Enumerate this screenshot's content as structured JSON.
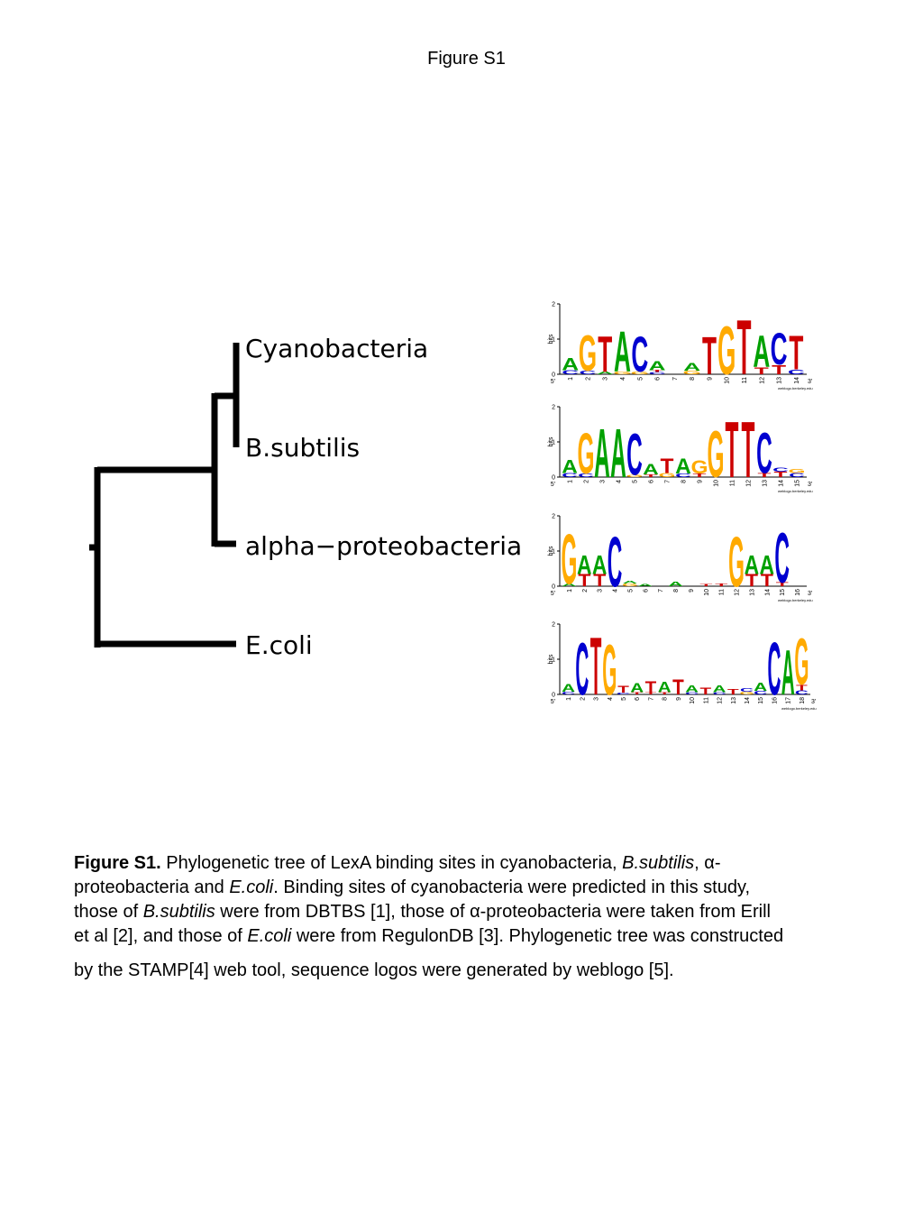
{
  "page_title": "Figure S1",
  "tree": {
    "leaves": [
      "Cyanobacteria",
      "B.subtilis",
      "alpha−proteobacteria",
      "E.coli"
    ]
  },
  "logo_axis": {
    "ylabel": "bits",
    "yticks": [
      "2",
      "1",
      "0"
    ],
    "five_prime": "5'",
    "three_prime": "3'",
    "credit": "weblogo.berkeley.edu"
  },
  "colors": {
    "A": "#00a000",
    "C": "#0000d0",
    "G": "#ffaa00",
    "T": "#cc0000"
  },
  "logos": [
    {
      "name": "cyanobacteria",
      "length": 14,
      "positions": [
        [
          [
            "C",
            0.12
          ],
          [
            "A",
            0.35
          ]
        ],
        [
          [
            "C",
            0.1
          ],
          [
            "G",
            1.05
          ]
        ],
        [
          [
            "A",
            0.08
          ],
          [
            "T",
            1.05
          ]
        ],
        [
          [
            "G",
            0.08
          ],
          [
            "A",
            1.18
          ]
        ],
        [
          [
            "G",
            0.08
          ],
          [
            "C",
            1.02
          ]
        ],
        [
          [
            "C",
            0.06
          ],
          [
            "T",
            0.06
          ],
          [
            "A",
            0.28
          ]
        ],
        [],
        [
          [
            "G",
            0.1
          ],
          [
            "A",
            0.22
          ]
        ],
        [
          [
            "T",
            1.1
          ]
        ],
        [
          [
            "G",
            1.4
          ]
        ],
        [
          [
            "T",
            1.6
          ]
        ],
        [
          [
            "T",
            0.2
          ],
          [
            "A",
            0.92
          ]
        ],
        [
          [
            "T",
            0.28
          ],
          [
            "C",
            0.92
          ]
        ],
        [
          [
            "C",
            0.14
          ],
          [
            "T",
            1.0
          ]
        ]
      ]
    },
    {
      "name": "b-subtilis",
      "length": 15,
      "positions": [
        [
          [
            "C",
            0.12
          ],
          [
            "A",
            0.4
          ]
        ],
        [
          [
            "C",
            0.1
          ],
          [
            "G",
            1.18
          ]
        ],
        [
          [
            "A",
            1.42
          ]
        ],
        [
          [
            "A",
            1.42
          ]
        ],
        [
          [
            "G",
            0.06
          ],
          [
            "C",
            1.22
          ]
        ],
        [
          [
            "T",
            0.08
          ],
          [
            "A",
            0.3
          ]
        ],
        [
          [
            "G",
            0.12
          ],
          [
            "T",
            0.42
          ]
        ],
        [
          [
            "C",
            0.1
          ],
          [
            "A",
            0.45
          ]
        ],
        [
          [
            "T",
            0.1
          ],
          [
            "G",
            0.4
          ]
        ],
        [
          [
            "G",
            1.35
          ]
        ],
        [
          [
            "T",
            1.62
          ]
        ],
        [
          [
            "T",
            1.62
          ]
        ],
        [
          [
            "T",
            0.12
          ],
          [
            "C",
            1.18
          ]
        ],
        [
          [
            "T",
            0.15
          ],
          [
            "C",
            0.12
          ]
        ],
        [
          [
            "C",
            0.12
          ],
          [
            "G",
            0.12
          ]
        ]
      ]
    },
    {
      "name": "alpha-proteobacteria",
      "length": 16,
      "positions": [
        [
          [
            "A",
            0.08
          ],
          [
            "G",
            1.45
          ]
        ],
        [
          [
            "T",
            0.35
          ],
          [
            "A",
            0.55
          ]
        ],
        [
          [
            "T",
            0.35
          ],
          [
            "A",
            0.55
          ]
        ],
        [
          [
            "C",
            1.45
          ]
        ],
        [
          [
            "G",
            0.08
          ],
          [
            "A",
            0.08
          ]
        ],
        [
          [
            "A",
            0.06
          ]
        ],
        [],
        [
          [
            "A",
            0.14
          ]
        ],
        [],
        [
          [
            "T",
            0.07
          ]
        ],
        [
          [
            "T",
            0.08
          ]
        ],
        [
          [
            "G",
            1.45
          ]
        ],
        [
          [
            "T",
            0.35
          ],
          [
            "A",
            0.55
          ]
        ],
        [
          [
            "T",
            0.35
          ],
          [
            "A",
            0.55
          ]
        ],
        [
          [
            "T",
            0.12
          ],
          [
            "C",
            1.45
          ]
        ],
        []
      ]
    },
    {
      "name": "e-coli",
      "length": 18,
      "positions": [
        [
          [
            "C",
            0.08
          ],
          [
            "A",
            0.22
          ]
        ],
        [
          [
            "C",
            1.52
          ]
        ],
        [
          [
            "T",
            1.68
          ]
        ],
        [
          [
            "G",
            1.48
          ]
        ],
        [
          [
            "C",
            0.05
          ],
          [
            "T",
            0.2
          ]
        ],
        [
          [
            "T",
            0.06
          ],
          [
            "A",
            0.28
          ]
        ],
        [
          [
            "T",
            0.06
          ],
          [
            "T",
            0.32
          ]
        ],
        [
          [
            "T",
            0.06
          ],
          [
            "A",
            0.3
          ]
        ],
        [
          [
            "T",
            0.44
          ]
        ],
        [
          [
            "C",
            0.06
          ],
          [
            "A",
            0.2
          ]
        ],
        [
          [
            "T",
            0.2
          ]
        ],
        [
          [
            "C",
            0.06
          ],
          [
            "A",
            0.2
          ]
        ],
        [
          [
            "T",
            0.16
          ]
        ],
        [
          [
            "G",
            0.08
          ],
          [
            "C",
            0.1
          ]
        ],
        [
          [
            "C",
            0.1
          ],
          [
            "A",
            0.24
          ]
        ],
        [
          [
            "C",
            1.55
          ]
        ],
        [
          [
            "A",
            1.3
          ]
        ],
        [
          [
            "C",
            0.12
          ],
          [
            "T",
            0.16
          ],
          [
            "G",
            1.35
          ]
        ]
      ]
    }
  ],
  "caption": {
    "label": "Figure S1.",
    "l1_a": " Phylogenetic tree of LexA binding sites in cyanobacteria, ",
    "l1_b": "B.subtilis",
    "l1_c": ", α-",
    "l2_a": "proteobacteria and ",
    "l2_b": "E.coli",
    "l2_c": ". Binding sites of cyanobacteria were predicted in this study,",
    "l3_a": "those of ",
    "l3_b": "B.subtilis",
    "l3_c": " were from DBTBS [1], those of α-proteobacteria were taken from Erill",
    "l4_a": "et al [2], and those of ",
    "l4_b": "E.coli",
    "l4_c": " were from RegulonDB [3]. Phylogenetic tree was constructed",
    "l5": "by the STAMP[4] web tool, sequence logos were generated by weblogo [5]."
  }
}
